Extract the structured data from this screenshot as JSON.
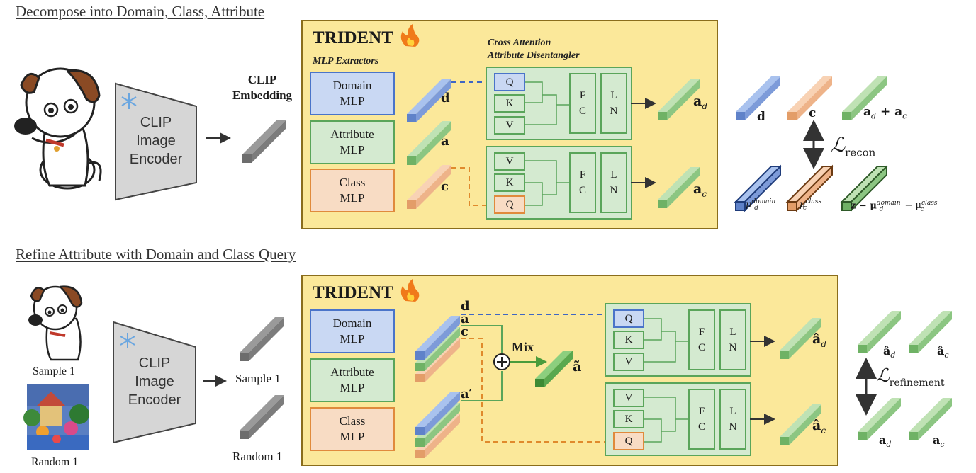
{
  "sections": {
    "top_title": "Decompose into Domain, Class, Attribute",
    "bottom_title": "Refine Attribute with Domain and Class Query"
  },
  "encoder": {
    "label": "CLIP\nImage\nEncoder",
    "frozen_icon": "snowflake-icon"
  },
  "clip_embedding_label": "CLIP\nEmbedding",
  "trident": {
    "title": "TRIDENT",
    "trainable_icon": "fire-icon"
  },
  "mlp_extractors_label": "MLP Extractors",
  "cross_attention_label": "Cross Attention\nAttribute Disentangler",
  "mlps": {
    "domain": "Domain\nMLP",
    "attribute": "Attribute\nMLP",
    "class": "Class\nMLP"
  },
  "attn": {
    "q": "Q",
    "k": "K",
    "v": "V",
    "fc": "F\nC",
    "ln": "L\nN"
  },
  "vectors_top": {
    "d": "d",
    "a": "a",
    "c": "c",
    "ad": "a",
    "ad_sub": "d",
    "ac": "a",
    "ac_sub": "c"
  },
  "recon": {
    "d": "d",
    "c": "c",
    "sum": "a",
    "sum_sub1": "d",
    "sum_plus": " + a",
    "sum_sub2": "c",
    "loss": "ℒ",
    "loss_sub": "recon",
    "mu_d": "μ",
    "mu_d_sup": "domain",
    "mu_d_sub": "d",
    "mu_c": "μ",
    "mu_c_sup": "class",
    "mu_c_sub": "c",
    "z_expr_z": "z − μ",
    "z_expr_sup1": "domain",
    "z_expr_sub1": "d",
    "z_expr_mid": " − μ",
    "z_expr_sup2": "class",
    "z_expr_sub2": "c"
  },
  "bottom": {
    "sample_label": "Sample 1",
    "random_label": "Random 1",
    "embed_sample": "Sample 1",
    "embed_random": "Random 1",
    "stack_d": "d",
    "stack_a": "a",
    "stack_c": "c",
    "stack_aprime": "a′",
    "mix": "Mix",
    "atilde": "ã",
    "ahat_d": "â",
    "ahat_d_sub": "d",
    "ahat_c": "â",
    "ahat_c_sub": "c",
    "ref_ahat_d": "â",
    "ref_ahat_d_sub": "d",
    "ref_ahat_c": "â",
    "ref_ahat_c_sub": "c",
    "ref_ad": "a",
    "ref_ad_sub": "d",
    "ref_ac": "a",
    "ref_ac_sub": "c",
    "loss": "ℒ",
    "loss_sub": "refinement"
  },
  "colors": {
    "domain": "#8fb0e6",
    "attribute": "#a8d39e",
    "class": "#f4bf98",
    "embed": "#8a8a8a",
    "trident_bg": "#fbe89a",
    "attn_bg": "#d4ead0"
  }
}
